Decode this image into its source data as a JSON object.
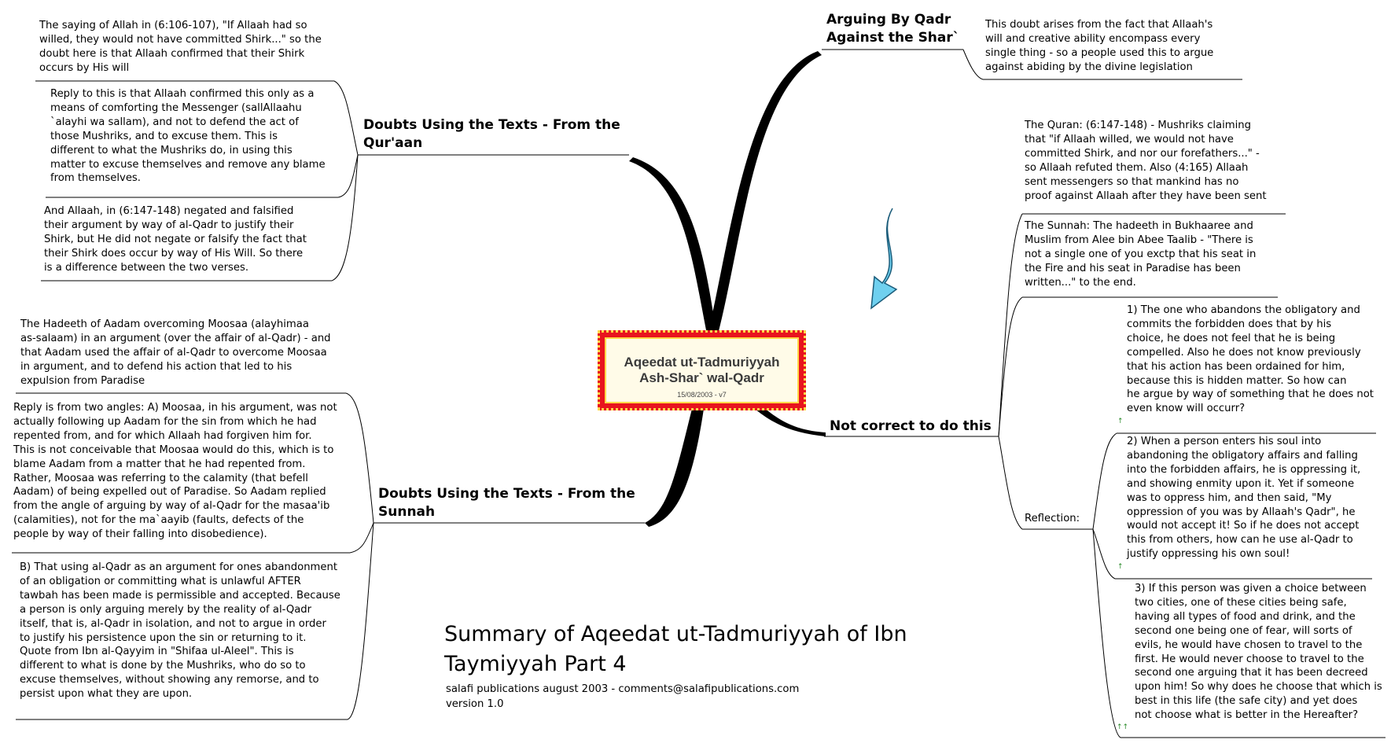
{
  "central": {
    "title_line1": "Aqeedat ut-Tadmuriyyah",
    "title_line2": "Ash-Shar` wal-Qadr",
    "date": "15/08/2003 - v7"
  },
  "branches": {
    "quran": {
      "label": "Doubts Using the Texts - From the\nQur'aan",
      "notes": [
        "The saying of Allah in (6:106-107), \"If Allaah had so\nwilled, they would not have committed Shirk...\" so the\ndoubt here is that Allaah confirmed that their Shirk\noccurs by His will",
        "Reply to this is that Allaah confirmed this only as a\nmeans of comforting the Messenger (sallAllaahu\n`alayhi wa sallam), and not to defend the act of\nthose Mushriks, and to excuse them. This is\ndifferent to what the Mushriks do, in using this\nmatter to excuse themselves and remove any blame\nfrom themselves.",
        "And Allaah, in (6:147-148) negated and falsified\ntheir argument by way of al-Qadr to justify their\nShirk, but He did not negate or falsify the fact that\ntheir Shirk does occur by way of His Will. So there\nis a difference between the two verses."
      ]
    },
    "sunnah": {
      "label": "Doubts Using the Texts - From the\nSunnah",
      "notes": [
        "The Hadeeth of Aadam overcoming Moosaa (alayhimaa\nas-salaam) in an argument (over the affair of al-Qadr) - and\nthat Aadam used the affair of al-Qadr to overcome Moosaa\nin argument, and to defend his action that led to his\nexpulsion from Paradise",
        "Reply is from two angles: A) Moosaa, in his argument, was not\nactually following up Aadam for the sin from which he had\nrepented from, and for which Allaah had forgiven him for.\nThis is not conceivable that Moosaa would do this, which is to\nblame Aadam from a matter that he had repented from.\nRather, Moosaa was referring to the calamity (that befell\nAadam) of being expelled out of Paradise. So Aadam replied\nfrom the angle of arguing by way of al-Qadr for the masaa'ib\n(calamities), not for the ma`aayib (faults, defects of the\npeople by way of their falling into disobedience).",
        "B) That using al-Qadr as an argument for ones abandonment\nof an obligation or committing what is unlawful AFTER\ntawbah has been made is permissible and accepted. Because\na person is only arguing merely by the reality of al-Qadr\nitself, that is, al-Qadr in isolation, and not to argue in order\nto justify his persistence upon the sin or returning to it.\nQuote from Ibn al-Qayyim in \"Shifaa ul-Aleel\". This is\ndifferent to what is done by the Mushriks, who do so to\nexcuse themselves, without showing any remorse, and to\npersist upon what they are upon."
      ]
    },
    "arguing": {
      "label": "Arguing By Qadr\nAgainst the Shar`",
      "note": "This doubt arises from the fact that Allaah's\nwill and creative ability encompass every\nsingle thing - so a people used this to argue\nagainst abiding by the divine legislation"
    },
    "not_correct": {
      "label": "Not correct to do this",
      "notes": [
        "The Quran: (6:147-148) - Mushriks claiming\nthat \"if Allaah willed, we would not have\ncommitted Shirk, and nor our forefathers...\" -\nso Allaah refuted them. Also (4:165) Allaah\nsent messengers so that mankind has no\nproof against Allaah after they have been sent",
        "The Sunnah: The hadeeth in Bukhaaree and\nMuslim from Alee bin Abee Taalib - \"There is\nnot a single one of you exctp that his seat in\nthe Fire and his seat in Paradise has been\nwritten...\" to the end."
      ],
      "reflection": {
        "label": "Reflection:",
        "points": [
          "1) The one who abandons the obligatory and\ncommits the forbidden does that by his\nchoice, he does not feel that he is being\ncompelled. Also he does not know previously\nthat his action has been ordained for him,\nbecause this is hidden matter. So how can\nhe argue by way of something that he does not\neven know will occurr?",
          "2) When a person enters his soul into\nabandoning the obligatory affairs and falling\ninto the forbidden affairs, he is oppressing it,\nand showing enmity upon it. Yet if someone\nwas to oppress him, and then said, \"My\noppression of you was by Allaah's Qadr\", he\nwould not accept it! So if he does not accept\nthis from others, how can he use al-Qadr to\njustify oppressing his own soul!",
          "3) If this person was given a choice between\ntwo cities, one of these cities being safe,\nhaving all types of food and drink, and the\nsecond one being one of fear, will sorts of\nevils, he would have chosen to travel to the\nfirst. He would never choose to travel to the\nsecond one arguing that it has been decreed\nupon him! So why does he choose that which is\nbest in this life (the safe city) and yet does\nnot choose what is better in the Hereafter?"
        ]
      }
    }
  },
  "summary": {
    "title": "Summary of Aqeedat ut-Tadmuriyyah of Ibn\nTaymiyyah Part 4",
    "credit": "salafi publications august 2003 - comments@salafipublications.com",
    "version": "version 1.0"
  },
  "colors": {
    "central_border": "#e8141e",
    "arrow": "#5bc0e0",
    "branch_line": "#000000"
  }
}
